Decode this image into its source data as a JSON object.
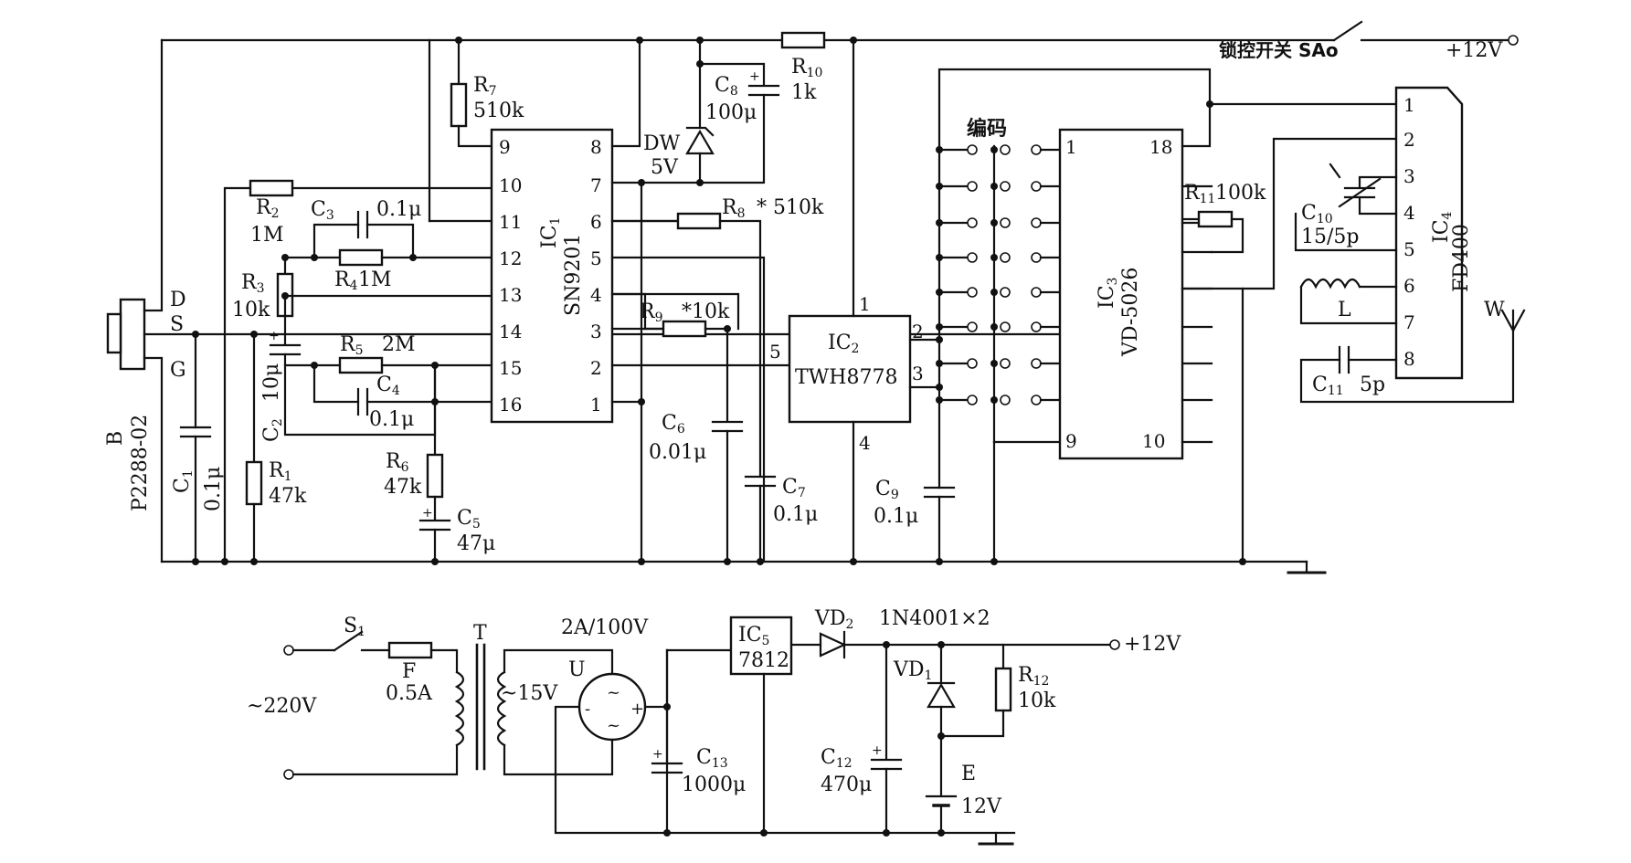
{
  "ics": {
    "ic1": {
      "ref": "IC",
      "sub": "1",
      "part": "SN9201",
      "pins_left": [
        "9",
        "10",
        "11",
        "12",
        "13",
        "14",
        "15",
        "16"
      ],
      "pins_right": [
        "8",
        "7",
        "6",
        "5",
        "4",
        "3",
        "2",
        "1"
      ]
    },
    "ic2": {
      "ref": "IC",
      "sub": "2",
      "part": "TWH8778",
      "pins": [
        "1",
        "2",
        "3",
        "4",
        "5"
      ]
    },
    "ic3": {
      "ref": "IC",
      "sub": "3",
      "part": "VD-5026",
      "pins": [
        "1",
        "18",
        "9",
        "10"
      ]
    },
    "ic4": {
      "ref": "IC",
      "sub": "4",
      "part": "FD400",
      "pins": [
        "1",
        "2",
        "3",
        "4",
        "5",
        "6",
        "7",
        "8"
      ]
    },
    "ic5": {
      "ref": "IC",
      "sub": "5",
      "part": "7812"
    }
  },
  "sensor": {
    "ref": "B",
    "part": "P2288-02",
    "pins": [
      "D",
      "S",
      "G"
    ]
  },
  "resistors": [
    {
      "ref": "R",
      "sub": "1",
      "value": "47k"
    },
    {
      "ref": "R",
      "sub": "2",
      "value": "1M"
    },
    {
      "ref": "R",
      "sub": "3",
      "value": "10k"
    },
    {
      "ref": "R",
      "sub": "4",
      "value": "1M"
    },
    {
      "ref": "R",
      "sub": "5",
      "value": "2M"
    },
    {
      "ref": "R",
      "sub": "6",
      "value": "47k"
    },
    {
      "ref": "R",
      "sub": "7",
      "value": "510k"
    },
    {
      "ref": "R",
      "sub": "8",
      "value": "* 510k"
    },
    {
      "ref": "R",
      "sub": "9",
      "value": "*10k"
    },
    {
      "ref": "R",
      "sub": "10",
      "value": "1k"
    },
    {
      "ref": "R",
      "sub": "11",
      "value": "100k"
    },
    {
      "ref": "R",
      "sub": "12",
      "value": "10k"
    }
  ],
  "capacitors": [
    {
      "ref": "C",
      "sub": "1",
      "value": "0.1μ"
    },
    {
      "ref": "C",
      "sub": "2",
      "value": "10μ"
    },
    {
      "ref": "C",
      "sub": "3",
      "value": "0.1μ"
    },
    {
      "ref": "C",
      "sub": "4",
      "value": "0.1μ"
    },
    {
      "ref": "C",
      "sub": "5",
      "value": "47μ"
    },
    {
      "ref": "C",
      "sub": "6",
      "value": "0.01μ"
    },
    {
      "ref": "C",
      "sub": "7",
      "value": "0.1μ"
    },
    {
      "ref": "C",
      "sub": "8",
      "value": "100μ"
    },
    {
      "ref": "C",
      "sub": "9",
      "value": "0.1μ"
    },
    {
      "ref": "C",
      "sub": "10",
      "value": "15/5p"
    },
    {
      "ref": "C",
      "sub": "11",
      "value": "5p"
    },
    {
      "ref": "C",
      "sub": "12",
      "value": "470μ"
    },
    {
      "ref": "C",
      "sub": "13",
      "value": "1000μ"
    }
  ],
  "diodes": {
    "dw": {
      "ref": "DW",
      "value": "5V"
    },
    "vd1": {
      "ref": "VD",
      "sub": "1"
    },
    "vd2": {
      "ref": "VD",
      "sub": "2"
    },
    "vd_part": "1N4001×2"
  },
  "labels": {
    "encode": "编码",
    "lock_switch": "锁控开关 SAo",
    "plus12_top": "+12V",
    "plus12_psu": "+12V",
    "antenna": "W",
    "inductor": "L",
    "mains": "~220V",
    "switch": "S",
    "switch_sub": "1",
    "fuse": "F",
    "fuse_value": "0.5A",
    "transformer": "T",
    "secondary": "~15V",
    "bridge": "U",
    "bridge_rating": "2A/100V",
    "battery": "E",
    "battery_value": "12V"
  }
}
